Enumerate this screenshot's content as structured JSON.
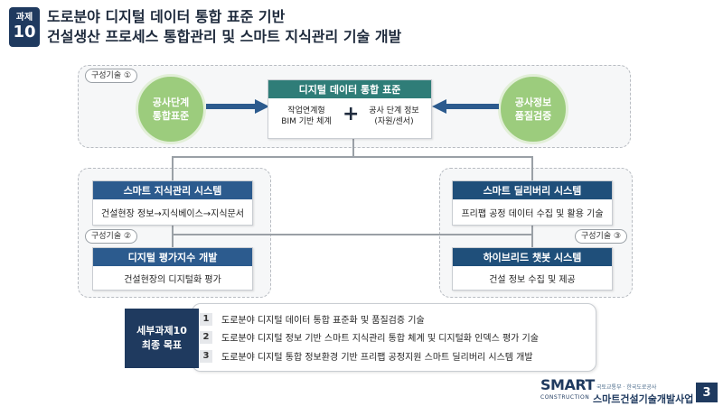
{
  "header": {
    "task_label": "과제",
    "task_number": "10",
    "title_line1": "도로분야 디지털 데이터 통합 표준 기반",
    "title_line2": "건설생산 프로세스 통합관리 및 스마트 지식관리 기술 개발"
  },
  "diagram": {
    "tags": {
      "tech1": "구성기술 ①",
      "tech2": "구성기술 ②",
      "tech3": "구성기술 ③"
    },
    "circle_left": {
      "line1": "공사단계",
      "line2": "통합표준"
    },
    "circle_right": {
      "line1": "공사정보",
      "line2": "품질검증"
    },
    "center_box": {
      "title": "디지털 데이터 통합 표준",
      "left_line1": "작업연계형",
      "left_line2": "BIM 기반 체계",
      "plus": "+",
      "right_line1": "공사 단계 정보",
      "right_line2": "(자원/센서)"
    },
    "knowledge_box": {
      "title": "스마트 지식관리 시스템",
      "body": "건설현장 정보→지식베이스→지식문서"
    },
    "index_box": {
      "title": "디지털 평가지수 개발",
      "body": "건설현장의 디지털화 평가"
    },
    "delivery_box": {
      "title": "스마트 딜리버리 시스템",
      "body": "프리팹 공정 데이터 수집 및 활용 기술"
    },
    "chatbot_box": {
      "title": "하이브리드 챗봇 시스템",
      "body": "건설 정보 수집 및 제공"
    }
  },
  "goals": {
    "badge_line1": "세부과제10",
    "badge_line2": "최종 목표",
    "items": [
      {
        "num": "1",
        "text": "도로분야 디지털 데이터 통합 표준화 및 품질검증 기술"
      },
      {
        "num": "2",
        "text": "도로분야 디지털 정보 기반 스마트 지식관리 통합 체계 및 디지털화 인덱스 평가 기술"
      },
      {
        "num": "3",
        "text": "도로분야 디지털 통합 정보환경 기반 프리팹 공정지원 스마트 딜리버리 시스템 개발"
      }
    ]
  },
  "footer": {
    "brand_main": "SMART",
    "brand_sub": "CONSTRUCTION",
    "mini_label": "국토교통부 · 한국도로공사",
    "program": "스마트건설기술개발사업",
    "page": "3"
  }
}
